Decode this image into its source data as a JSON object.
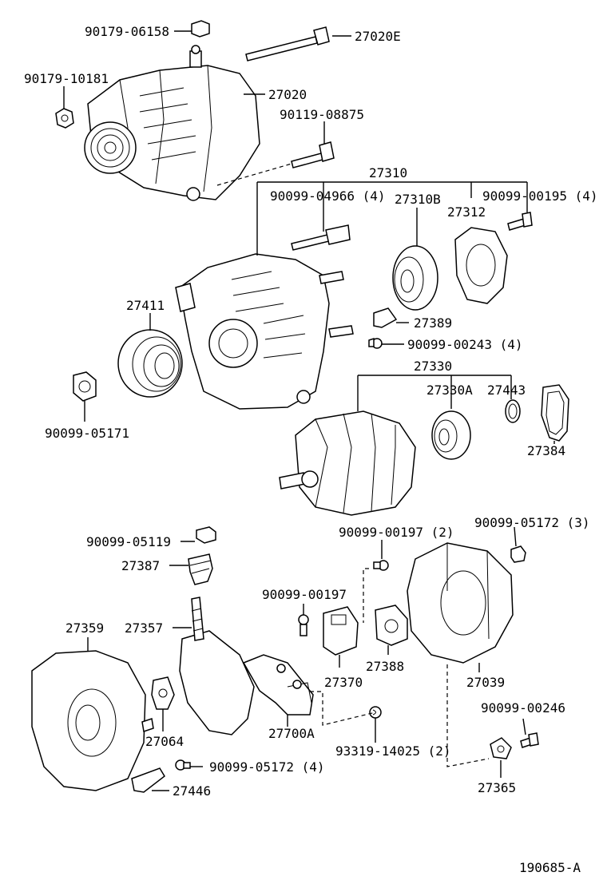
{
  "labels": {
    "p90179_06158": "90179-06158",
    "p27020E": "27020E",
    "p90179_10181": "90179-10181",
    "p27020": "27020",
    "p90119_08875": "90119-08875",
    "p27310": "27310",
    "p90099_04966": "90099-04966 (4)",
    "p27310B": "27310B",
    "p27312": "27312",
    "p90099_00195": "90099-00195 (4)",
    "p27411": "27411",
    "p27389": "27389",
    "p90099_00243": "90099-00243 (4)",
    "p27330": "27330",
    "p27330A": "27330A",
    "p27443": "27443",
    "p90099_05171": "90099-05171",
    "p27384": "27384",
    "p90099_05119": "90099-05119",
    "p90099_00197_2": "90099-00197 (2)",
    "p90099_05172_3": "90099-05172 (3)",
    "p27387": "27387",
    "p90099_00197": "90099-00197",
    "p27359": "27359",
    "p27357": "27357",
    "p27388": "27388",
    "p27370": "27370",
    "p27039": "27039",
    "p27064": "27064",
    "p90099_00246": "90099-00246",
    "p27700A": "27700A",
    "p93319_14025": "93319-14025 (2)",
    "p90099_05172_4": "90099-05172 (4)",
    "p27365": "27365",
    "p27446": "27446",
    "drawing_id": "190685-A"
  }
}
